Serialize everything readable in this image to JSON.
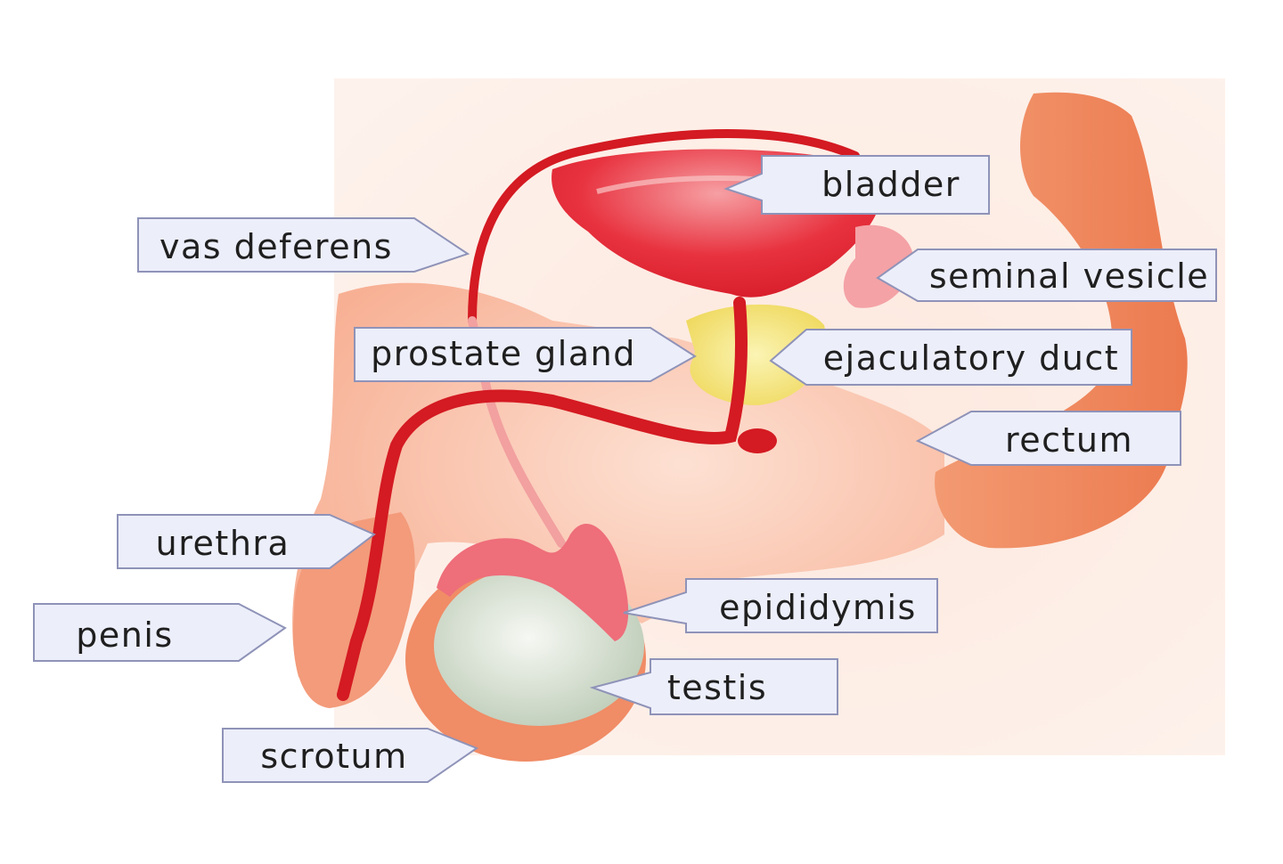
{
  "labels": {
    "bladder": "bladder",
    "vas_deferens": "vas deferens",
    "seminal_vesicle": "seminal vesicle",
    "prostate_gland": "prostate gland",
    "ejaculatory_duct": "ejaculatory duct",
    "rectum": "rectum",
    "urethra": "urethra",
    "epididymis": "epididymis",
    "penis": "penis",
    "testis": "testis",
    "scrotum": "scrotum"
  },
  "colors": {
    "tissue_light": "#fde4da",
    "tissue_mid": "#f8b9a0",
    "rectum": "#f08a62",
    "duct_red": "#d41a22",
    "bladder": "#e8323f",
    "prostate": "#f4e97a",
    "testis": "#d9e3d3",
    "label_fill": "#eceefa",
    "label_stroke": "#8f93b8"
  }
}
